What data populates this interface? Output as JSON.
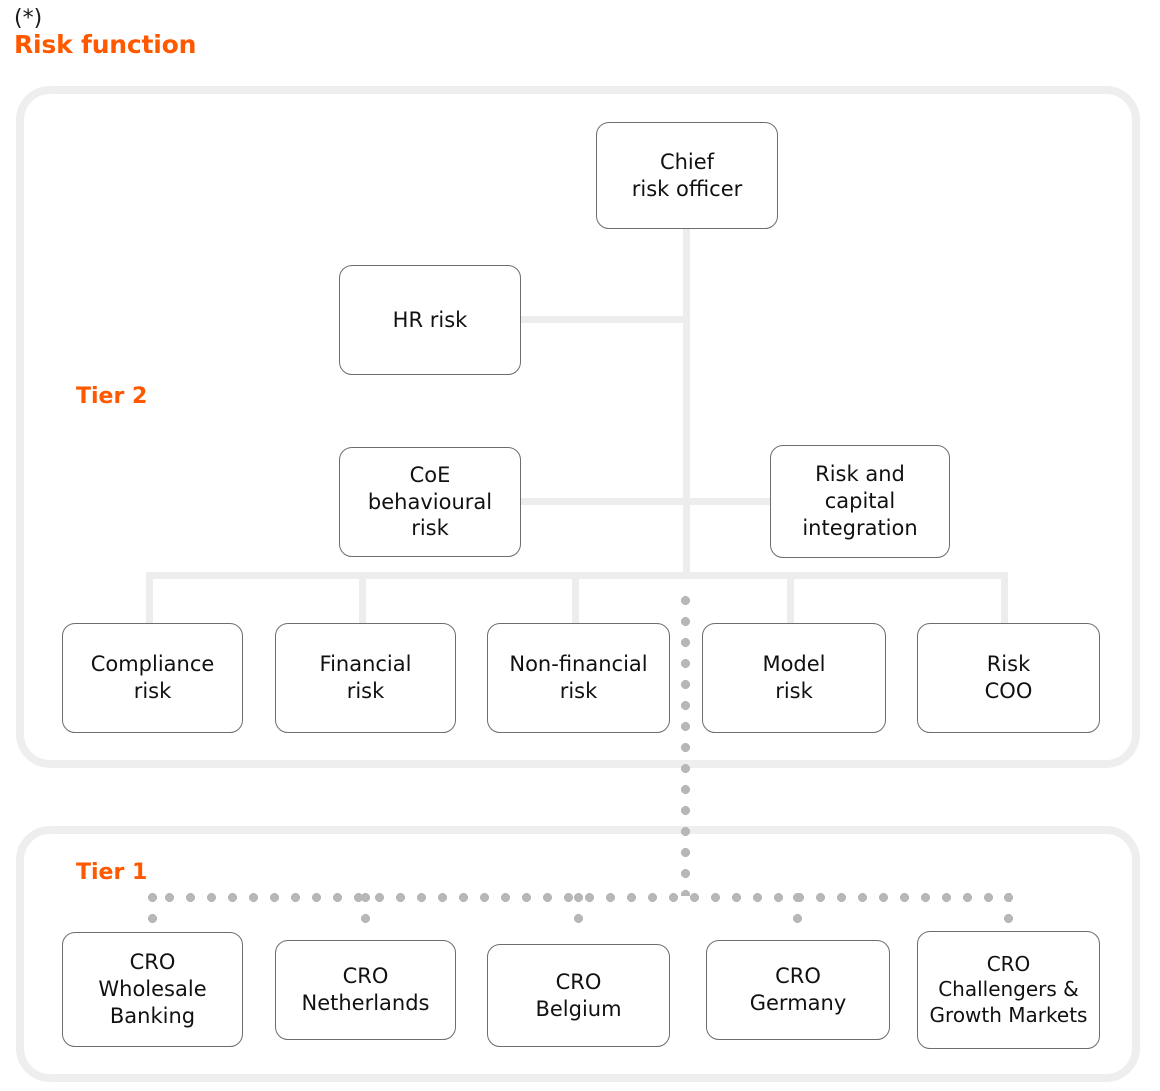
{
  "header": {
    "asterisk": "(*)",
    "title": "Risk function",
    "title_color": "#ff5900"
  },
  "tiers": [
    {
      "id": "tier2",
      "label": "Tier 2"
    },
    {
      "id": "tier1",
      "label": "Tier 1"
    }
  ],
  "nodes": {
    "chief_risk_officer": "Chief\nrisk officer",
    "hr_risk": "HR risk",
    "coe_behavioural_risk": "CoE\nbehavioural\nrisk",
    "risk_and_capital_integration": "Risk and\ncapital\nintegration",
    "compliance_risk": "Compliance\nrisk",
    "financial_risk": "Financial\nrisk",
    "non_financial_risk": "Non-financial\nrisk",
    "model_risk": "Model\nrisk",
    "risk_coo": "Risk\nCOO",
    "cro_wholesale_banking": "CRO\nWholesale\nBanking",
    "cro_netherlands": "CRO\nNetherlands",
    "cro_belgium": "CRO\nBelgium",
    "cro_germany": "CRO\nGermany",
    "cro_challengers_growth_markets": "CRO\nChallengers &\nGrowth Markets"
  },
  "colors": {
    "accent": "#ff5900",
    "panel_border": "#eeeeee",
    "connector": "#ededed",
    "dotted_connector": "#b7b7b7",
    "node_border": "#6d6d6d",
    "text": "#111111"
  }
}
